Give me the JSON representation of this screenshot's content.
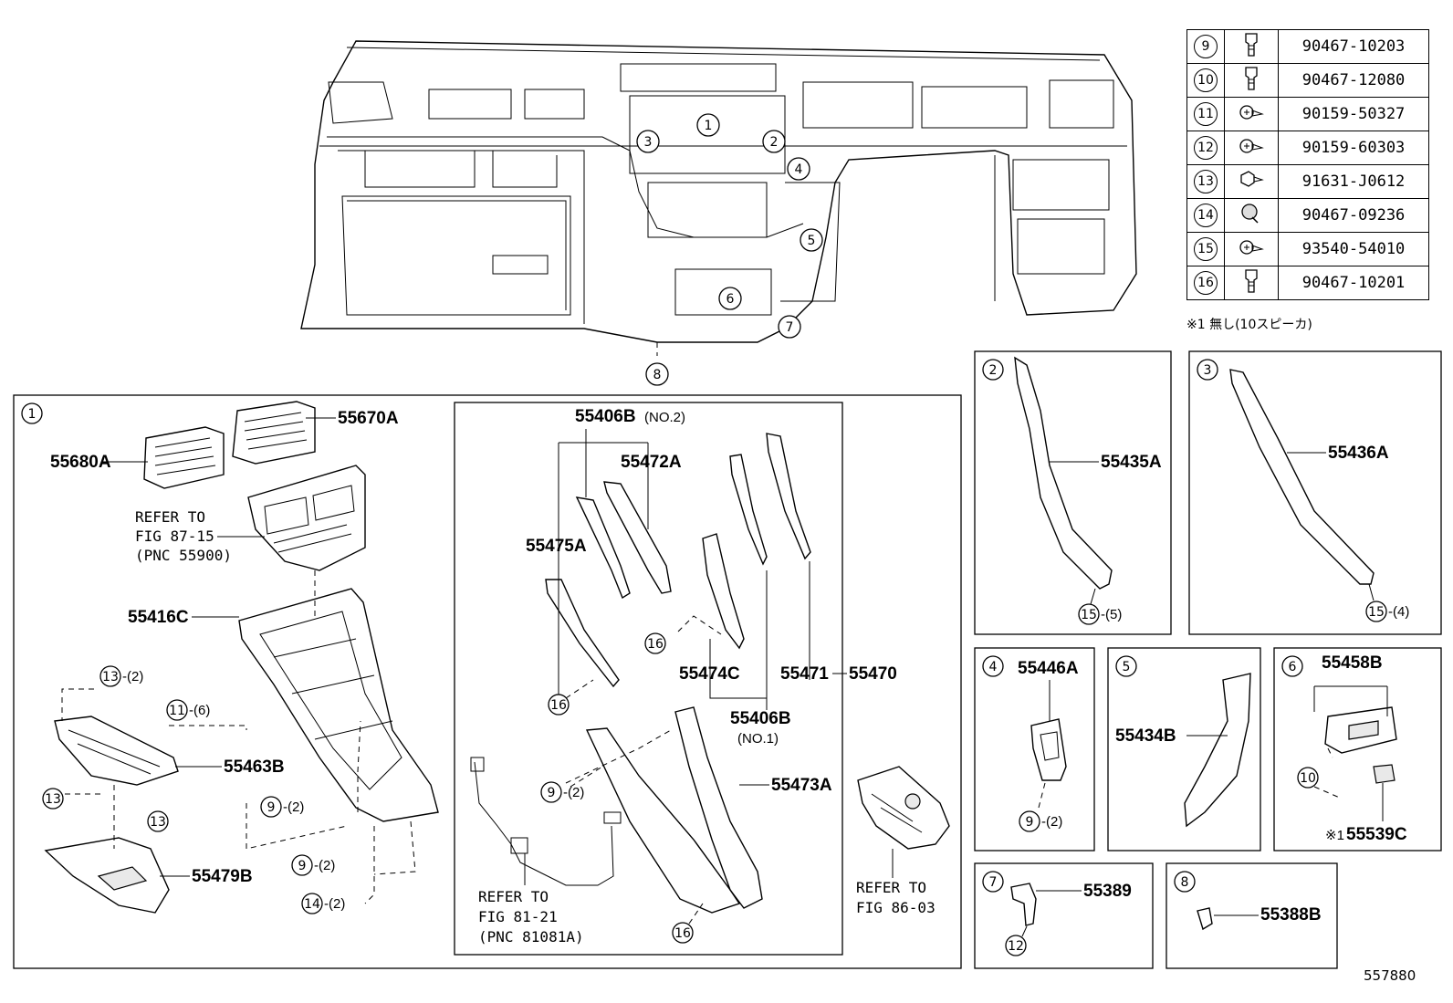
{
  "table": {
    "rows": [
      {
        "ref": "9",
        "icon": "clip-icon",
        "part": "90467-10203"
      },
      {
        "ref": "10",
        "icon": "clip-icon",
        "part": "90467-12080"
      },
      {
        "ref": "11",
        "icon": "screw-icon",
        "part": "90159-50327"
      },
      {
        "ref": "12",
        "icon": "screw-icon",
        "part": "90159-60303"
      },
      {
        "ref": "13",
        "icon": "bolt-icon",
        "part": "91631-J0612"
      },
      {
        "ref": "14",
        "icon": "rivet-icon",
        "part": "90467-09236"
      },
      {
        "ref": "15",
        "icon": "screw-icon",
        "part": "93540-54010"
      },
      {
        "ref": "16",
        "icon": "clip-icon",
        "part": "90467-10201"
      }
    ],
    "note": "※1 無し(10スピーカ)"
  },
  "overview": {
    "callouts": [
      "1",
      "2",
      "3",
      "4",
      "5",
      "6",
      "7",
      "8"
    ]
  },
  "panel1": {
    "id": "1",
    "labels": {
      "p55680a": "55680A",
      "p55670a": "55670A",
      "refer1_l1": "REFER TO",
      "refer1_l2": "FIG 87-15",
      "refer1_l3": "(PNC 55900)",
      "p55416c": "55416C",
      "c13a": "13",
      "c13a_qty": "-(2)",
      "c11": "11",
      "c11_qty": "-(6)",
      "p55463b": "55463B",
      "c13b": "13",
      "c13c": "13",
      "c9a": "9",
      "c9a_qty": "-(2)",
      "c9b": "9",
      "c9b_qty": "-(2)",
      "c14": "14",
      "c14_qty": "-(2)",
      "p55479b": "55479B",
      "p55406b_no2": "55406B",
      "p55406b_no2_sub": "(NO.2)",
      "p55472a": "55472A",
      "p55475a": "55475A",
      "c16a": "16",
      "c16b": "16",
      "c16c": "16",
      "p55474c": "55474C",
      "p55471": "55471",
      "p55470": "55470",
      "p55406b_no1": "55406B",
      "p55406b_no1_sub": "(NO.1)",
      "c9c": "9",
      "c9c_qty": "-(2)",
      "p55473a": "55473A",
      "refer2_l1": "REFER TO",
      "refer2_l2": "FIG 81-21",
      "refer2_l3": "(PNC 81081A)",
      "refer3_l1": "REFER TO",
      "refer3_l2": "FIG 86-03"
    }
  },
  "panel2": {
    "id": "2",
    "part": "55435A",
    "fastener": "15",
    "qty": "-(5)"
  },
  "panel3": {
    "id": "3",
    "part": "55436A",
    "fastener": "15",
    "qty": "-(4)"
  },
  "panel4": {
    "id": "4",
    "part": "55446A",
    "fastener": "9",
    "qty": "-(2)"
  },
  "panel5": {
    "id": "5",
    "part": "55434B"
  },
  "panel6": {
    "id": "6",
    "part": "55458B",
    "fastener": "10",
    "part2_prefix": "※1",
    "part2": "55539C"
  },
  "panel7": {
    "id": "7",
    "part": "55389",
    "fastener": "12"
  },
  "panel8": {
    "id": "8",
    "part": "55388B"
  },
  "catalog_number": "557880"
}
